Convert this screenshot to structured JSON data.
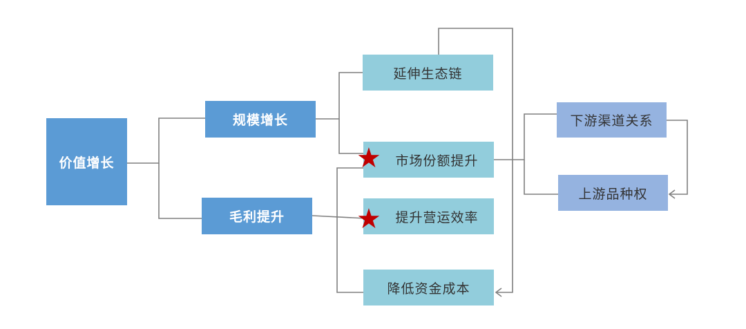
{
  "diagram": {
    "root": {
      "label": "价值增长"
    },
    "level1": [
      {
        "label": "规模增长"
      },
      {
        "label": "毛利提升"
      }
    ],
    "level2": [
      {
        "label": "延伸生态链",
        "starred": false
      },
      {
        "label": "市场份额提升",
        "starred": true
      },
      {
        "label": "提升营运效率",
        "starred": true
      },
      {
        "label": "降低资金成本",
        "starred": false
      }
    ],
    "level3": [
      {
        "label": "下游渠道关系"
      },
      {
        "label": "上游品种权"
      }
    ],
    "edges": [
      {
        "from": "价值增长",
        "to": "规模增长"
      },
      {
        "from": "价值增长",
        "to": "毛利提升"
      },
      {
        "from": "规模增长",
        "to": "延伸生态链"
      },
      {
        "from": "规模增长",
        "to": "市场份额提升"
      },
      {
        "from": "毛利提升",
        "to": "提升营运效率"
      },
      {
        "from": "毛利提升",
        "to": "市场份额提升"
      },
      {
        "from": "毛利提升",
        "to": "降低资金成本"
      },
      {
        "from": "延伸生态链",
        "to": "降低资金成本",
        "arrow": true
      },
      {
        "from": "市场份额提升",
        "to": "下游渠道关系"
      },
      {
        "from": "市场份额提升",
        "to": "上游品种权"
      },
      {
        "from": "下游渠道关系",
        "to": "上游品种权",
        "arrow": true
      }
    ],
    "colors": {
      "primary": "#5b9bd5",
      "secondary": "#92cddc",
      "tertiary": "#95b3e0",
      "star": "#c00000",
      "connector": "#7f7f7f"
    }
  }
}
